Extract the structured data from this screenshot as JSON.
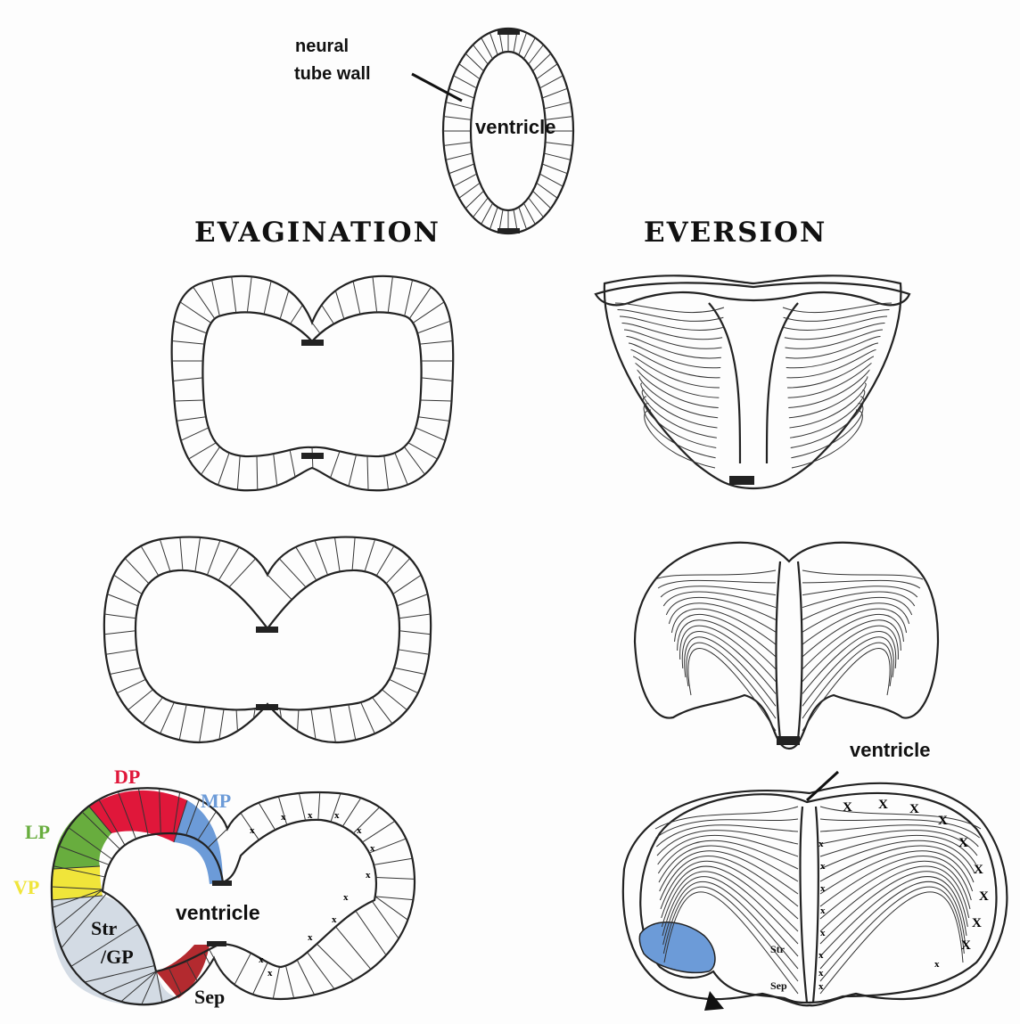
{
  "top": {
    "wall_label_line1": "neural",
    "wall_label_line2": "tube wall",
    "ventricle": "ventricle"
  },
  "headings": {
    "evagination": "EVAGINATION",
    "eversion": "EVERSION"
  },
  "colored_section": {
    "DP": "DP",
    "MP": "MP",
    "LP": "LP",
    "VP": "VP",
    "str_line1": "Str",
    "str_line2": "/GP",
    "sep": "Sep",
    "ventricle": "ventricle",
    "colors": {
      "DP": "#e0173a",
      "MP": "#6c9bd8",
      "LP": "#68ad3e",
      "VP": "#f0e53a",
      "StrGP": "#d3dbe4",
      "Sep": "#b32a2f"
    }
  },
  "eversion_final": {
    "ventricle": "ventricle",
    "str": "Str",
    "sep": "Sep",
    "x_mark": "x",
    "X_mark": "X",
    "blue_region_color": "#6c9bd8"
  }
}
